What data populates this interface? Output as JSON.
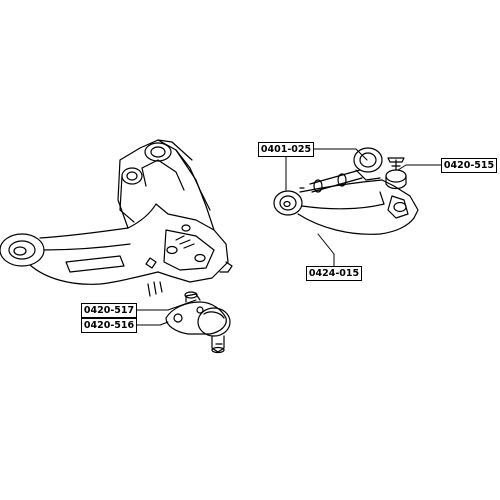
{
  "parts": {
    "upper_arm_bushing": "0401-025",
    "upper_ball_joint": "0420-515",
    "upper_arm": "0424-015",
    "lower_ball_joint_a": "0420-517",
    "lower_ball_joint_b": "0420-516"
  },
  "colors": {
    "line": "#000000",
    "background": "#ffffff"
  }
}
